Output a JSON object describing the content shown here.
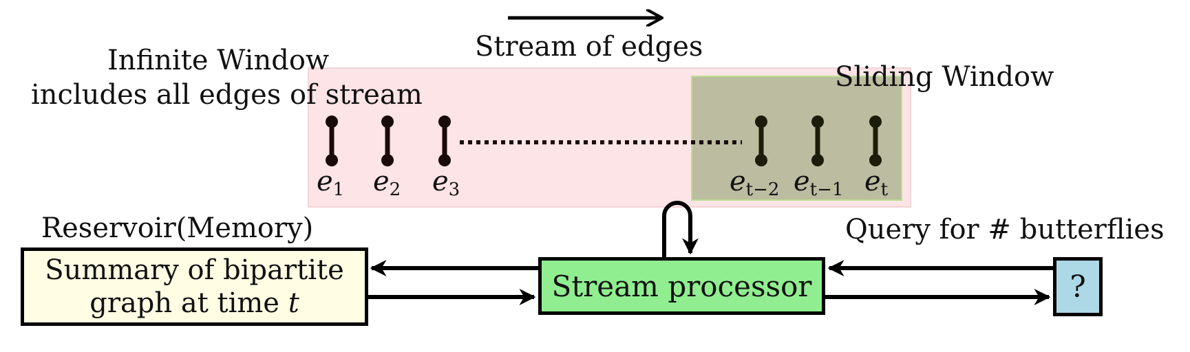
{
  "stream_label": "Stream of edges",
  "infinite_window": {
    "line1": "Infinite Window",
    "line2": "includes all edges of stream"
  },
  "sliding_window_label": "Sliding Window",
  "edges": [
    {
      "base": "e",
      "sub": "1"
    },
    {
      "base": "e",
      "sub": "2"
    },
    {
      "base": "e",
      "sub": "3"
    },
    {
      "base": "e",
      "sub": "t−2"
    },
    {
      "base": "e",
      "sub": "t−1"
    },
    {
      "base": "e",
      "sub": "t"
    }
  ],
  "reservoir_label": "Reservoir(Memory)",
  "summary_box": {
    "line1": "Summary of bipartite",
    "line2_prefix": "graph at time ",
    "line2_var": "t"
  },
  "processor_label": "Stream processor",
  "query_label": "Query for # butterflies",
  "query_symbol": "?",
  "colors": {
    "infinite_window_fill": "#fde4e6",
    "sliding_window_fill": "#bbbca0",
    "sliding_window_border": "#b9e08f",
    "summary_fill": "#fffee4",
    "processor_fill": "#90ee90",
    "query_fill": "#add8e6"
  }
}
